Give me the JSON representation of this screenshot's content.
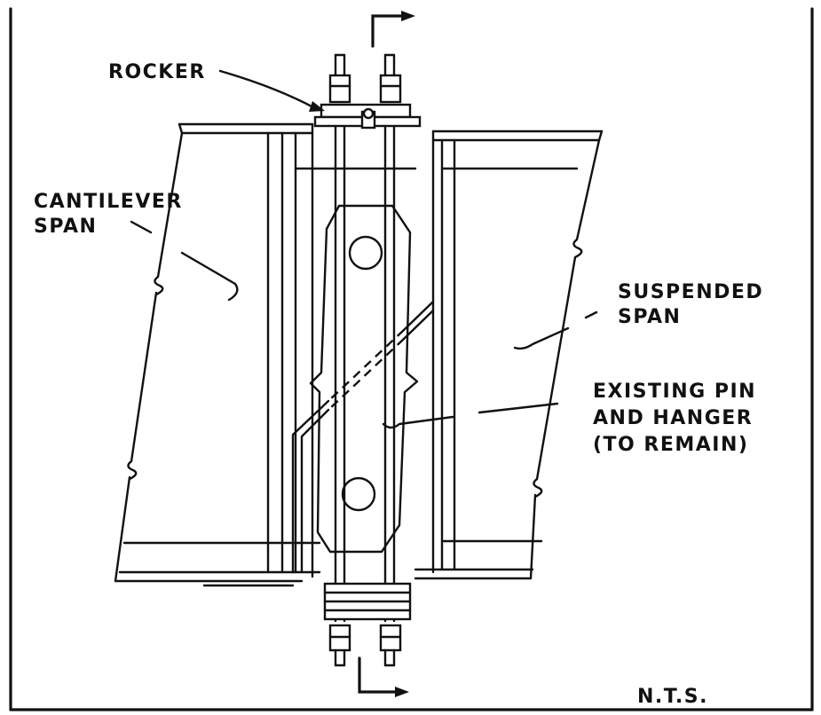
{
  "labels": {
    "rocker": "ROCKER",
    "cantilever_line1": "CANTILEVER",
    "cantilever_line2": "SPAN",
    "suspended_line1": "SUSPENDED",
    "suspended_line2": "SPAN",
    "existing_line1": "EXISTING PIN",
    "existing_line2": "AND HANGER",
    "existing_line3": "(TO REMAIN)",
    "scale_note": "N.T.S."
  },
  "colors": {
    "ink": "#111111",
    "paper": "#ffffff"
  }
}
